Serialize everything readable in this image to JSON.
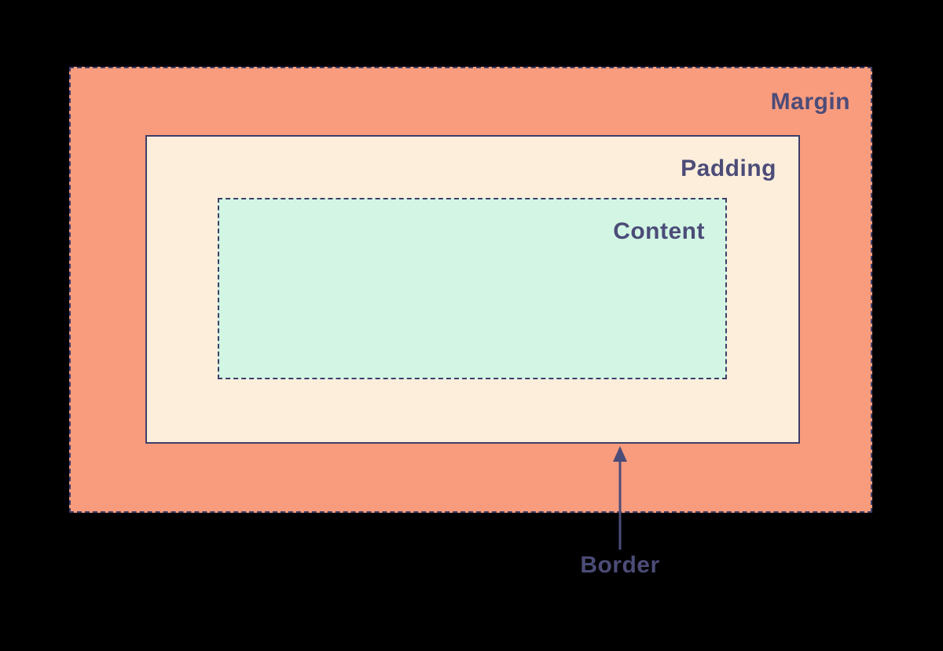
{
  "page": {
    "background": "#000000"
  },
  "diagram": {
    "type": "css-box-model",
    "labels": {
      "margin": "Margin",
      "padding": "Padding",
      "content": "Content",
      "border": "Border"
    },
    "colors": {
      "margin_fill": "#F99C7E",
      "padding_fill": "#FDEEDC",
      "content_fill": "#D2F6E3",
      "outline": "#3E3E68",
      "label_text": "#4C4C78",
      "arrow": "#4C4C78"
    }
  }
}
